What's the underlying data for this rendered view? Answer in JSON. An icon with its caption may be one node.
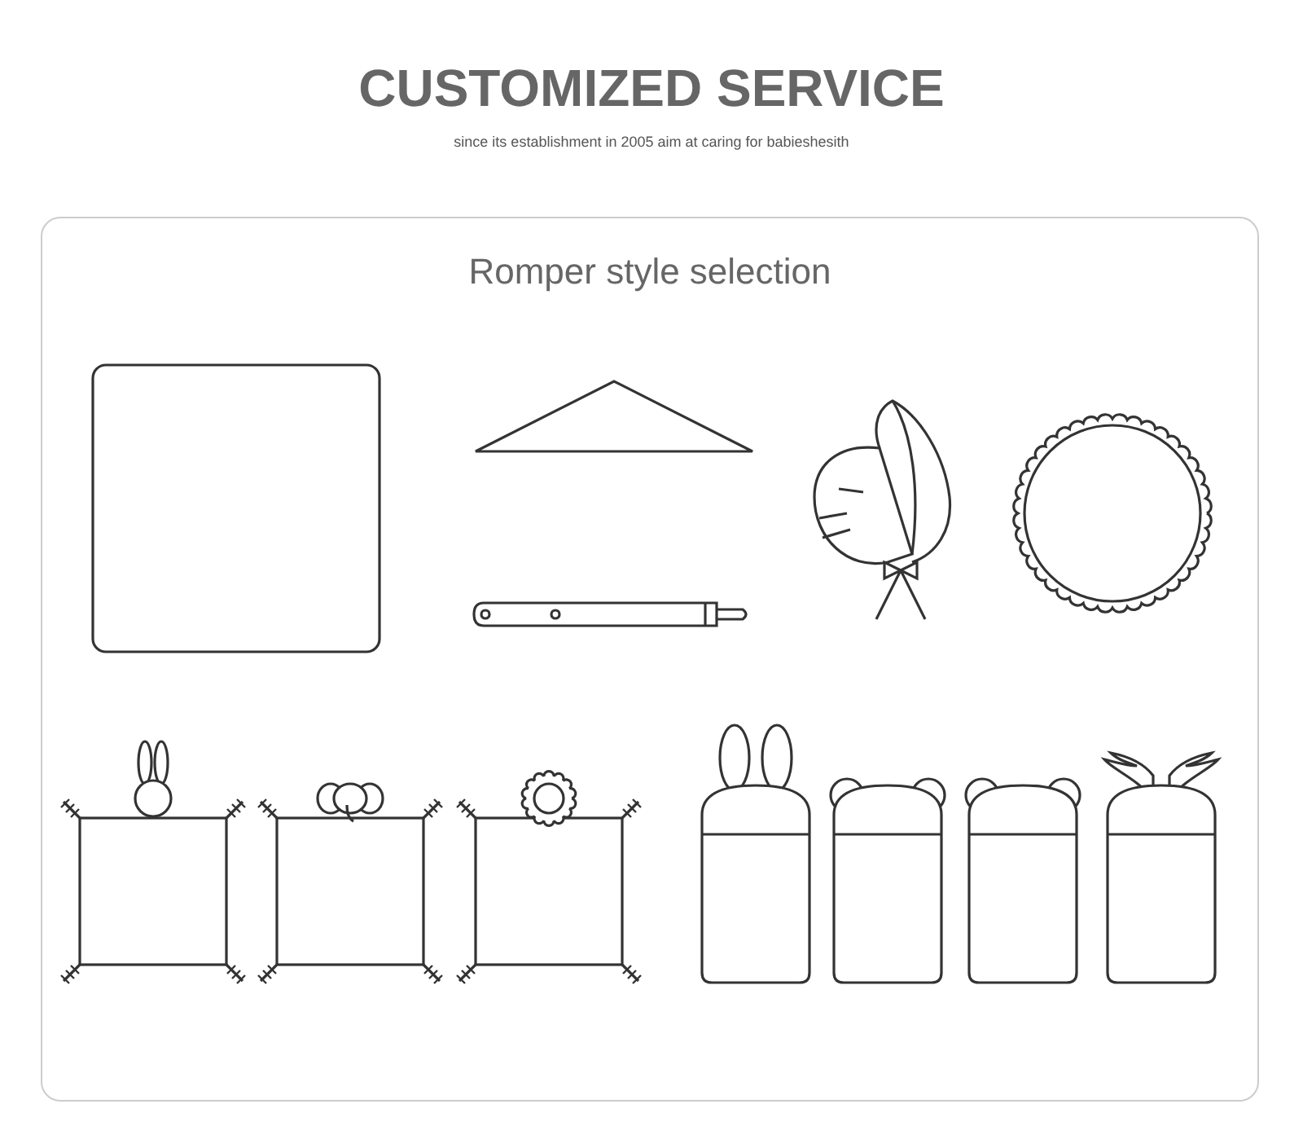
{
  "diagram": {
    "title": "CUSTOMIZED SERVICE",
    "nodes": [
      {
        "text": [
          "Romper style selection"
        ]
      }
    ],
    "labels": [
      "since its establishment in 2005 aim at caring for babieshesith"
    ]
  }
}
